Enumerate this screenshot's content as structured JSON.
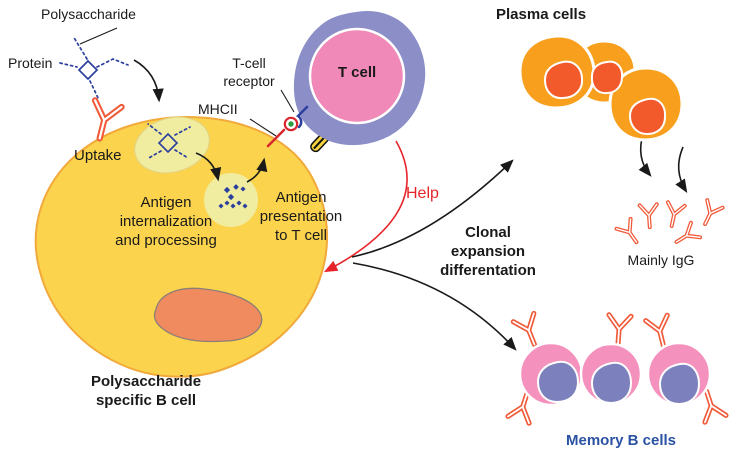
{
  "figure": {
    "description": "Polysaccharide antigen B-cell activation pathway diagram"
  },
  "labels": {
    "polysaccharide": "Polysaccharide",
    "protein": "Protein",
    "uptake": "Uptake",
    "antigen_internalization": "Antigen\ninternalization\nand processing",
    "tcell_receptor": "T-cell\nreceptor",
    "mhcii": "MHCII",
    "t_cell": "T cell",
    "antigen_presentation": "Antigen\npresentation\nto T cell",
    "help": "Help",
    "clonal": "Clonal\nexpansion\ndifferentation",
    "plasma_cells": "Plasma cells",
    "mainly_igg": "Mainly IgG",
    "memory_b_cells": "Memory B cells",
    "poly_b_cell": "Polysaccharide\nspecific B cell"
  },
  "colors": {
    "b_cell": "#fbd34d",
    "b_cell_edge": "#f2a93b",
    "vesicle": "#f0eda0",
    "b_nucleus": "#f08b5f",
    "t_cell_pink": "#f089b8",
    "t_cell_ring": "#8c8ec8",
    "plasma_orange": "#f8a01e",
    "plasma_nucleus": "#f2592b",
    "memory_pink": "#f491bc",
    "memory_nucleus": "#7c80bd",
    "antibody_orange": "#f05a38",
    "antigen_blue": "#2b3f9e",
    "help_red": "#e8242b",
    "memory_text_blue": "#2b52a3",
    "peptide_green": "#2e9e3e",
    "rod_yellow": "#f6d33c"
  },
  "icons": {
    "antibody": "antibody-icon",
    "antigen_diamond": "antigen-diamond-icon",
    "arrowhead": "arrowhead-icon"
  }
}
